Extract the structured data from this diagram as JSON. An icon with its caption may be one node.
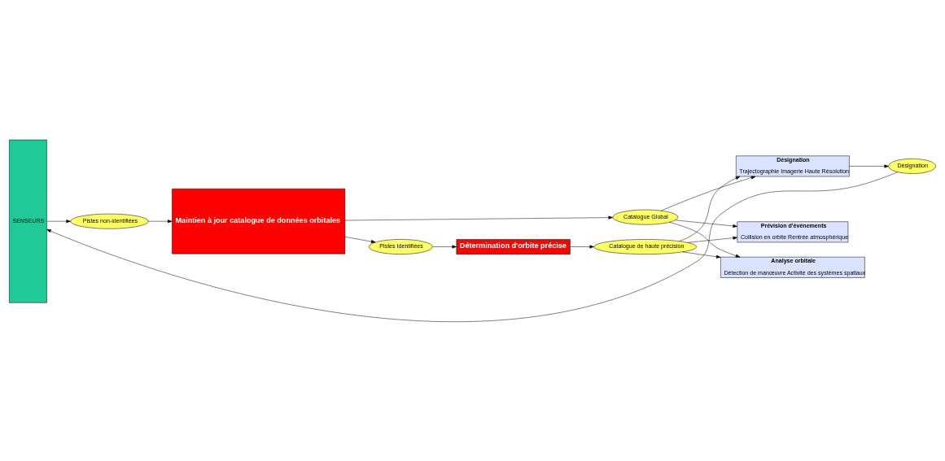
{
  "diagram": {
    "nodes": [
      {
        "text": [
          "SENSEURS"
        ]
      },
      {
        "text": [
          "Pistes non-identifiées"
        ]
      },
      {
        "text": [
          "Maintien à jour catalogue de données orbitales"
        ]
      },
      {
        "text": [
          "Pistes Identifiées"
        ]
      },
      {
        "text": [
          "Détermination d'orbite précise"
        ]
      },
      {
        "text": [
          "Catalogue Global"
        ]
      },
      {
        "text": [
          "Catalogue de haute précision"
        ]
      },
      {
        "text": [
          "Désignation",
          "Trajectographie Imagerie Haute Résolution"
        ]
      },
      {
        "text": [
          "Prévision d'événements",
          "Collision en orbite Rentrée atmosphérique"
        ]
      },
      {
        "text": [
          "Analyse orbitale",
          "Détection de manœuvre Activité des systèmes spatiaux"
        ]
      },
      {
        "text": [
          "Désignation"
        ]
      }
    ],
    "edges": [
      {
        "from": 0,
        "to": 1,
        "arrow": "to"
      },
      {
        "from": 1,
        "to": 2,
        "arrow": "to"
      },
      {
        "from": 2,
        "to": 3,
        "arrow": "to"
      },
      {
        "from": 2,
        "to": 5,
        "arrow": "to"
      },
      {
        "from": 3,
        "to": 4,
        "arrow": "to"
      },
      {
        "from": 4,
        "to": 6,
        "arrow": "to"
      },
      {
        "from": 5,
        "to": 7,
        "arrow": "to"
      },
      {
        "from": 5,
        "to": 8,
        "arrow": "to"
      },
      {
        "from": 5,
        "to": 9,
        "arrow": "to"
      },
      {
        "from": 6,
        "to": 7,
        "arrow": "to"
      },
      {
        "from": 6,
        "to": 8,
        "arrow": "to"
      },
      {
        "from": 6,
        "to": 9,
        "arrow": "to"
      },
      {
        "from": 7,
        "to": 10,
        "arrow": "to"
      },
      {
        "from": 10,
        "to": 0,
        "arrow": "to"
      }
    ]
  }
}
